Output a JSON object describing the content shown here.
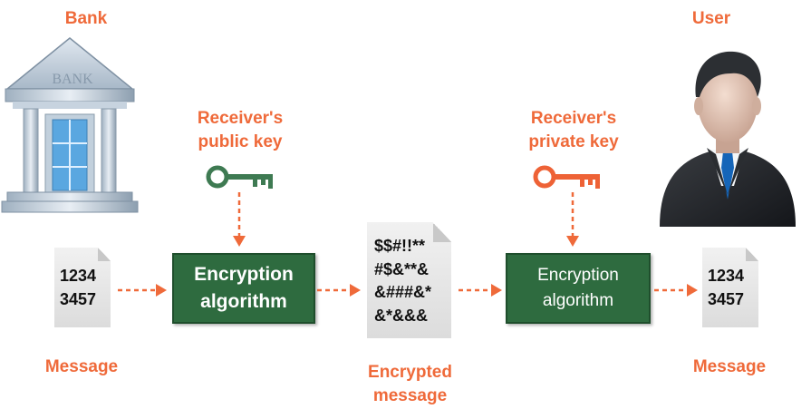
{
  "left": {
    "entity_label": "Bank",
    "building_sign": "BANK",
    "key_label": "Receiver's\npublic key",
    "key_color": "#3e7a52",
    "message_lines": "1234\n3457",
    "message_label": "Message",
    "algorithm_label": "Encryption\nalgorithm"
  },
  "center": {
    "encrypted_text": "$$#!!**\n#$&**&\n&###&*\n&*&&&",
    "encrypted_label": "Encrypted\nmessage"
  },
  "right": {
    "entity_label": "User",
    "key_label": "Receiver's\nprivate key",
    "key_color": "#ee6236",
    "algorithm_label": "Encryption\nalgorithm",
    "message_lines": "1234\n3457",
    "message_label": "Message"
  },
  "colors": {
    "accent_orange": "#ef6a3a",
    "box_green": "#2e6b3f",
    "arrow": "#ef6a3a"
  }
}
